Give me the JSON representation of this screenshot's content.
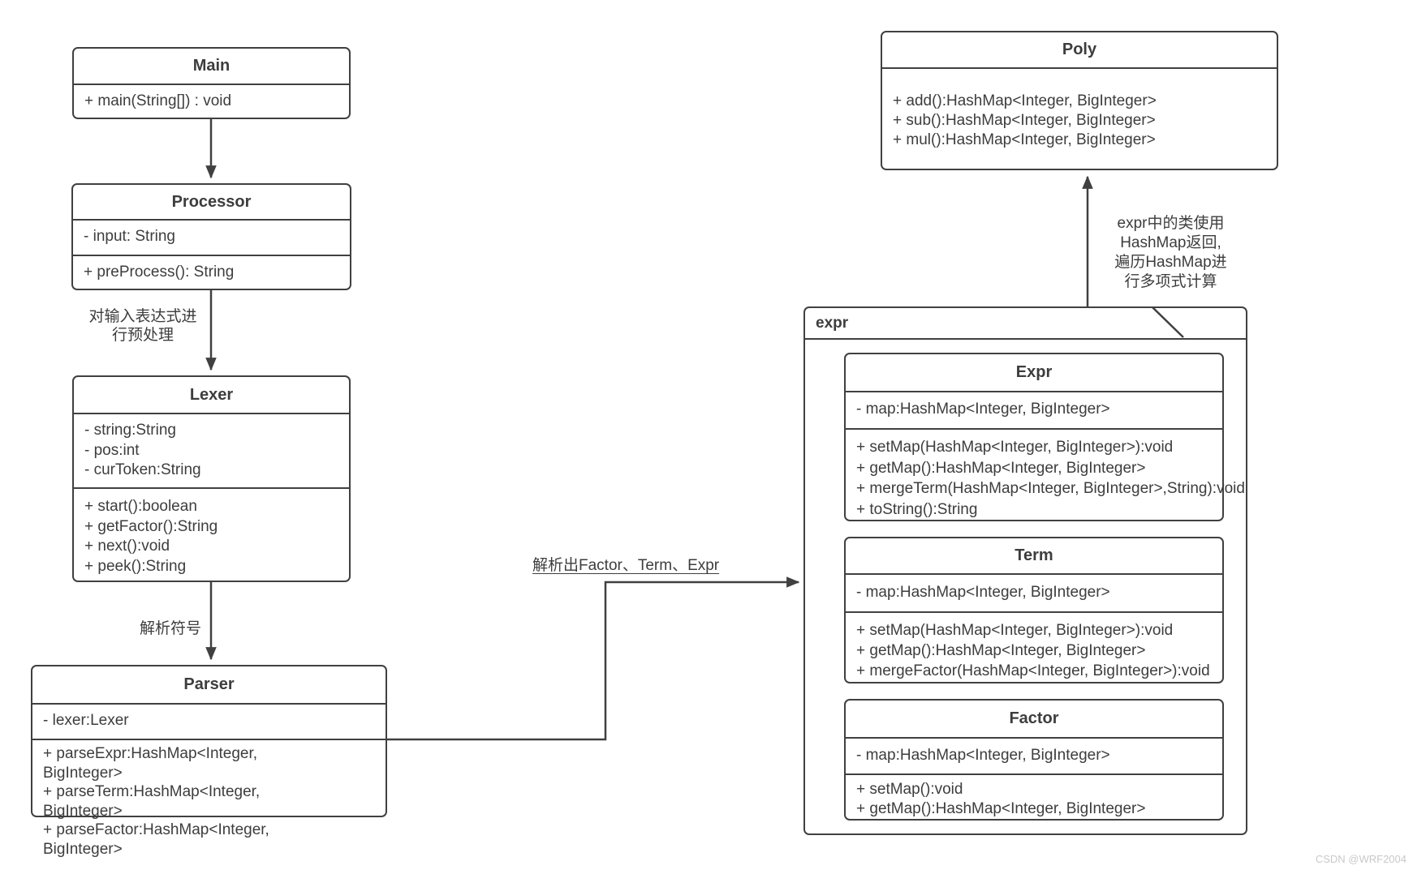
{
  "diagram": {
    "classes": {
      "main": {
        "title": "Main",
        "methods": [
          "+ main(String[]) : void"
        ]
      },
      "processor": {
        "title": "Processor",
        "attributes": [
          "- input: String"
        ],
        "methods": [
          "+ preProcess(): String"
        ]
      },
      "lexer": {
        "title": "Lexer",
        "attributes": [
          "- string:String",
          "- pos:int",
          "- curToken:String"
        ],
        "methods": [
          "+ start():boolean",
          "+ getFactor():String",
          "+ next():void",
          "+ peek():String"
        ]
      },
      "parser": {
        "title": "Parser",
        "attributes": [
          "- lexer:Lexer"
        ],
        "methods": [
          "+ parseExpr:HashMap<Integer, BigInteger>",
          "+ parseTerm:HashMap<Integer, BigInteger>",
          "+ parseFactor:HashMap<Integer, BigInteger>"
        ]
      },
      "poly": {
        "title": "Poly",
        "methods": [
          "+ add():HashMap<Integer, BigInteger>",
          "+ sub():HashMap<Integer, BigInteger>",
          "+ mul():HashMap<Integer, BigInteger>"
        ]
      },
      "expr": {
        "title": "Expr",
        "attributes": [
          "- map:HashMap<Integer, BigInteger>"
        ],
        "methods": [
          "+ setMap(HashMap<Integer, BigInteger>):void",
          "+ getMap():HashMap<Integer, BigInteger>",
          "+ mergeTerm(HashMap<Integer, BigInteger>,String):void",
          "+ toString():String"
        ]
      },
      "term": {
        "title": "Term",
        "attributes": [
          "- map:HashMap<Integer, BigInteger>"
        ],
        "methods": [
          "+ setMap(HashMap<Integer, BigInteger>):void",
          "+ getMap():HashMap<Integer, BigInteger>",
          "+ mergeFactor(HashMap<Integer, BigInteger>):void"
        ]
      },
      "factor": {
        "title": "Factor",
        "attributes": [
          "- map:HashMap<Integer, BigInteger>"
        ],
        "methods": [
          "+ setMap():void",
          "+ getMap():HashMap<Integer, BigInteger>"
        ]
      }
    },
    "package": {
      "label": "expr"
    },
    "annotations": {
      "preprocess": "对输入表达式进\n行预处理",
      "parse_symbol": "解析符号",
      "parse_out": "解析出Factor、Term、Expr",
      "hashmap_note": "expr中的类使用\nHashMap返回,\n遍历HashMap进\n行多项式计算"
    },
    "watermark": "CSDN @WRF2004",
    "colors": {
      "line": "#404040",
      "text": "#3d3d3d",
      "watermark": "#c9c9c9",
      "background": "#ffffff"
    }
  }
}
